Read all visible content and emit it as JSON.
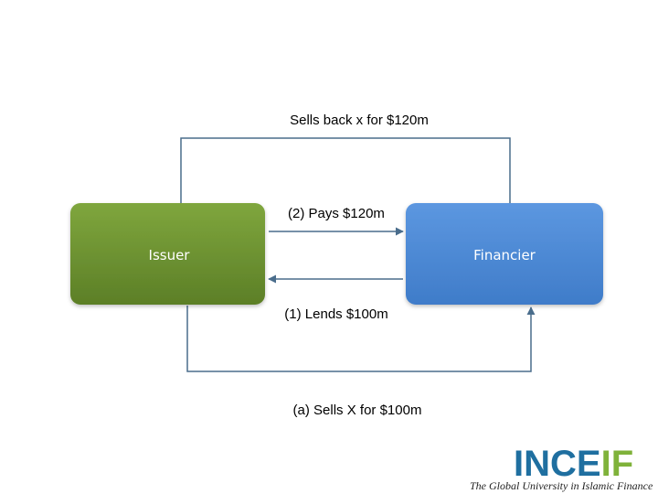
{
  "nodes": {
    "issuer": {
      "label": "Issuer",
      "fill": "#6b8f2f"
    },
    "financier": {
      "label": "Financier",
      "fill": "#4a86d4"
    }
  },
  "edges": {
    "sells_back": "Sells back x for $120m",
    "pays": "(2) Pays $120m",
    "lends": "(1) Lends $100m",
    "sells": "(a) Sells X for $100m"
  },
  "logo": {
    "word_part1": "INCE",
    "word_part2": "IF",
    "tagline": "The Global University in Islamic Finance",
    "colors": {
      "part1": "#1f6fa0",
      "part2": "#7fb23a"
    }
  },
  "colors": {
    "connector": "#4a6d8c"
  }
}
